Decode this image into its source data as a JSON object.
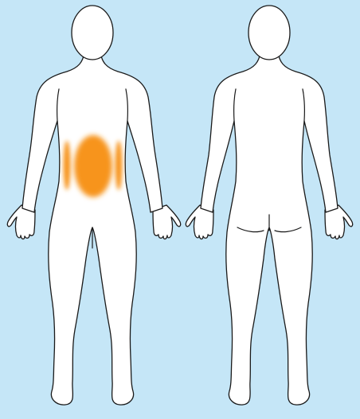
{
  "colors": {
    "background": "#c5e6f7",
    "body_fill": "#ffffff",
    "body_outline": "#1a1a1a",
    "pain_highlight": "#f7941d"
  },
  "views": [
    {
      "view": "front",
      "highlighted_region": "abdomen"
    },
    {
      "view": "back",
      "highlighted_region": "none"
    }
  ]
}
